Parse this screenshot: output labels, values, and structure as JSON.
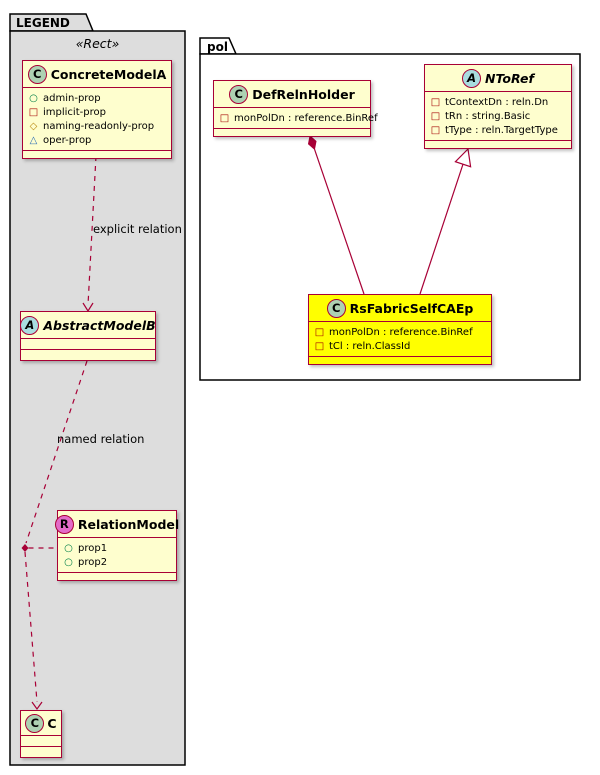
{
  "legend": {
    "tab": "LEGEND",
    "stereotype": "«Rect»",
    "labels": {
      "explicit": "explicit relation",
      "named": "named relation"
    },
    "concrete_model": {
      "icon": "C",
      "name": "ConcreteModelA",
      "members": [
        {
          "icon": "circle-icon",
          "text": "admin-prop"
        },
        {
          "icon": "square-icon",
          "text": "implicit-prop"
        },
        {
          "icon": "diamond-icon",
          "text": "naming-readonly-prop"
        },
        {
          "icon": "triangle-icon",
          "text": "oper-prop"
        }
      ]
    },
    "abstract_model": {
      "icon": "A",
      "name": "AbstractModelB"
    },
    "relation_model": {
      "icon": "R",
      "name": "RelationModel",
      "members": [
        {
          "icon": "circle-icon",
          "text": "prop1"
        },
        {
          "icon": "circle-icon",
          "text": "prop2"
        }
      ]
    },
    "c_class": {
      "icon": "C",
      "name": "C"
    }
  },
  "pol": {
    "tab": "pol",
    "def_reln_holder": {
      "icon": "C",
      "name": "DefRelnHolder",
      "members": [
        {
          "icon": "square-icon",
          "text": "monPolDn : reference.BinRef"
        }
      ]
    },
    "ntoref": {
      "icon": "A",
      "name": "NToRef",
      "members": [
        {
          "icon": "square-icon",
          "text": "tContextDn : reln.Dn"
        },
        {
          "icon": "square-icon",
          "text": "tRn : string.Basic"
        },
        {
          "icon": "square-icon",
          "text": "tType : reln.TargetType"
        }
      ]
    },
    "rs_fabric_self_caep": {
      "icon": "C",
      "name": "RsFabricSelfCAEp",
      "members": [
        {
          "icon": "square-icon",
          "text": "monPolDn : reference.BinRef"
        },
        {
          "icon": "square-icon",
          "text": "tCl : reln.ClassId"
        }
      ]
    }
  },
  "colors": {
    "class_bg": "#FEFECE",
    "class_border": "#A80036",
    "highlight_bg": "#FFFF00",
    "package_bg": "#DDDDDD",
    "relation_line": "#A80036"
  }
}
